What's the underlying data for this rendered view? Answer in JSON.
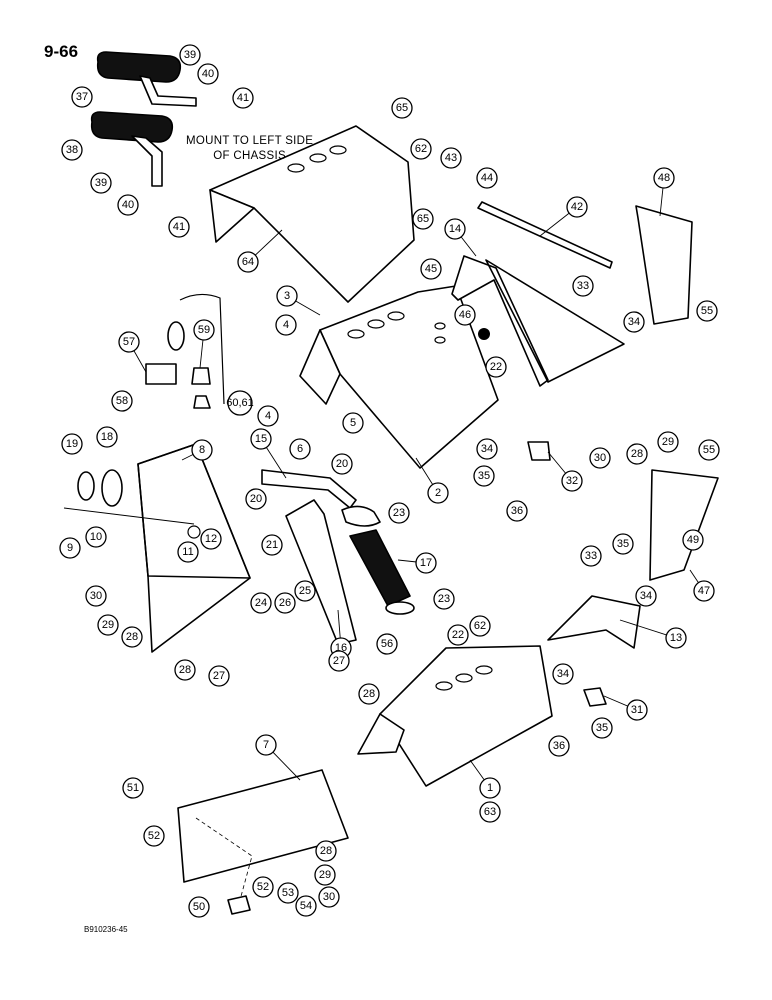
{
  "page_number": "9-66",
  "mount_note": [
    "MOUNT TO LEFT SIDE",
    "OF CHASSIS"
  ],
  "figure_id": "B910236-45",
  "callout_labels": [
    "1",
    "2",
    "3",
    "4",
    "5",
    "6",
    "7",
    "8",
    "9",
    "10",
    "11",
    "12",
    "13",
    "14",
    "15",
    "16",
    "17",
    "18",
    "19",
    "20",
    "21",
    "22",
    "23",
    "24",
    "25",
    "26",
    "27",
    "28",
    "29",
    "30",
    "31",
    "32",
    "33",
    "34",
    "35",
    "36",
    "37",
    "38",
    "39",
    "40",
    "41",
    "42",
    "43",
    "44",
    "45",
    "46",
    "47",
    "48",
    "49",
    "50",
    "51",
    "52",
    "53",
    "54",
    "55",
    "56",
    "57",
    "58",
    "59",
    "60,61",
    "62",
    "63",
    "64",
    "65"
  ]
}
